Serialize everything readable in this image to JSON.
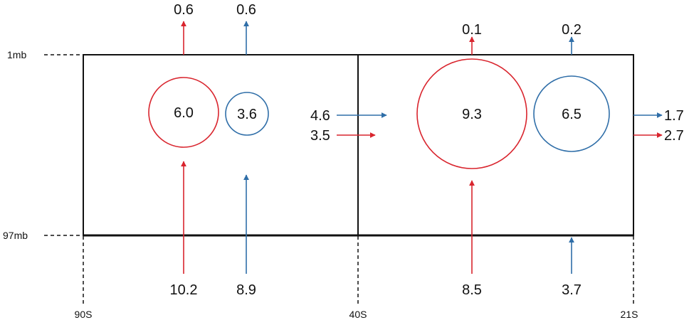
{
  "colors": {
    "red": "#d9252e",
    "blue": "#2f6ea8",
    "line": "#111111"
  },
  "pressure_labels": {
    "top": "1mb",
    "bottom": "97mb"
  },
  "latitude_labels": {
    "left": "90S",
    "middle": "40S",
    "right": "21S"
  },
  "left_box": {
    "red_circle": "6.0",
    "blue_circle": "3.6",
    "red_top_flux": "0.6",
    "blue_top_flux": "0.6",
    "red_bottom_flux": "10.2",
    "blue_bottom_flux": "8.9"
  },
  "boundary_40s": {
    "blue_flux": "4.6",
    "red_flux": "3.5"
  },
  "right_box": {
    "red_circle": "9.3",
    "blue_circle": "6.5",
    "red_top_flux": "0.1",
    "blue_top_flux": "0.2",
    "red_bottom_flux": "8.5",
    "blue_bottom_flux": "3.7",
    "blue_side_flux": "1.7",
    "red_side_flux": "2.7"
  }
}
